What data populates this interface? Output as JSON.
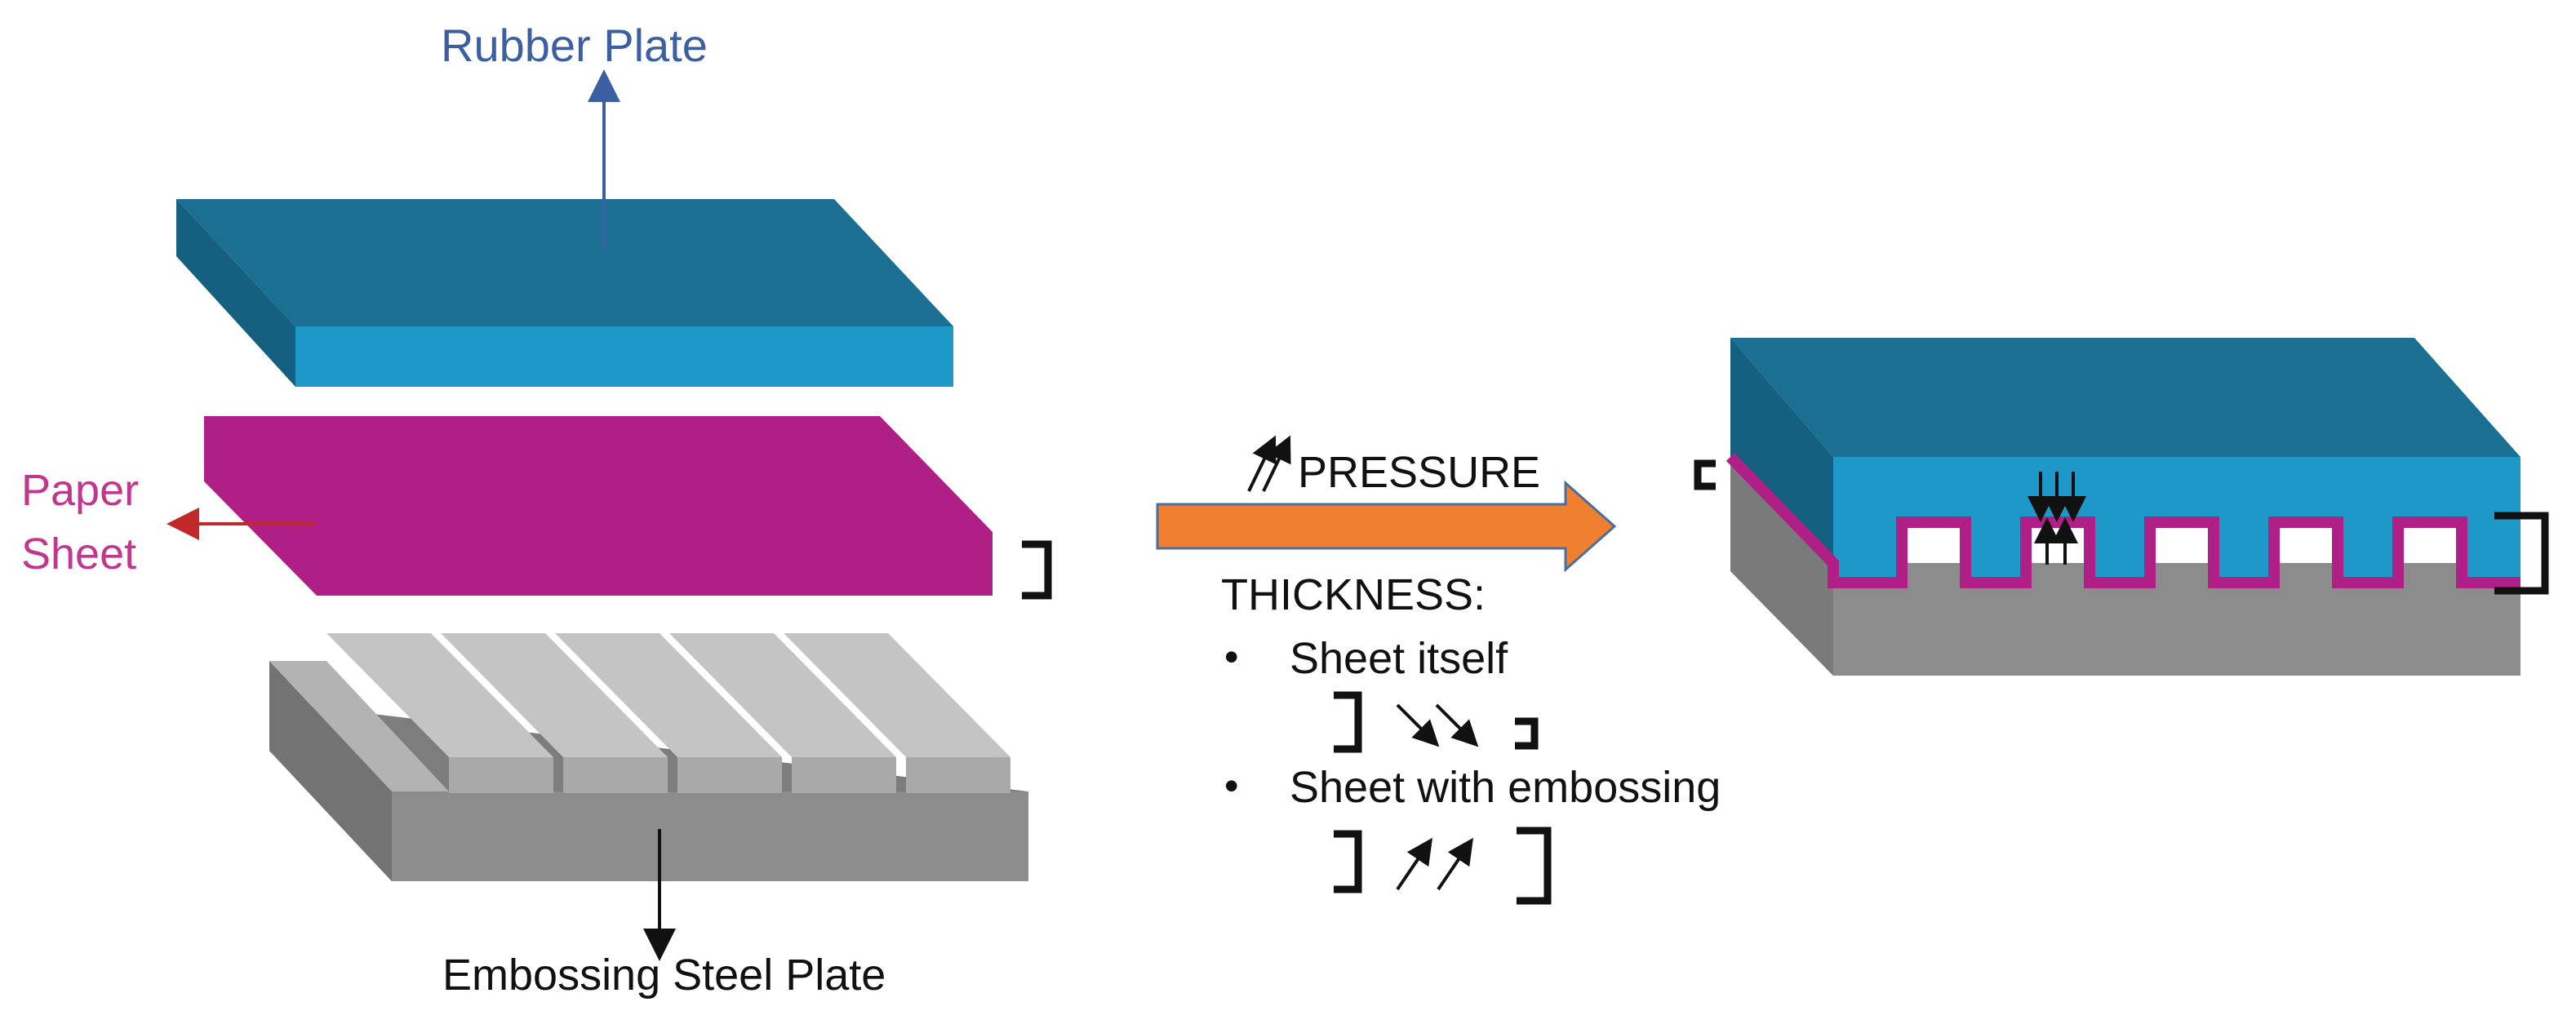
{
  "labels": {
    "rubber_plate": "Rubber Plate",
    "paper_sheet_line1": "Paper",
    "paper_sheet_line2": "Sheet",
    "steel_plate": "Embossing Steel Plate"
  },
  "process": {
    "pressure": "PRESSURE",
    "thickness_title": "THICKNESS:",
    "bullet_1": "Sheet itself",
    "bullet_2": "Sheet with embossing",
    "bullet_symbol": "•"
  },
  "colors": {
    "rubber_top": "#1b6f92",
    "rubber_front": "#1e97c9",
    "paper": "#b01f86",
    "steel_top": "#bdbdbd",
    "steel_front": "#8c8c8c",
    "arrow_fill": "#f07f30",
    "arrow_stroke": "#4a6ea0",
    "rubber_label": "#3b5fa0",
    "paper_label": "#c0378e",
    "paper_arrow": "#c0282a",
    "black": "#111111"
  }
}
